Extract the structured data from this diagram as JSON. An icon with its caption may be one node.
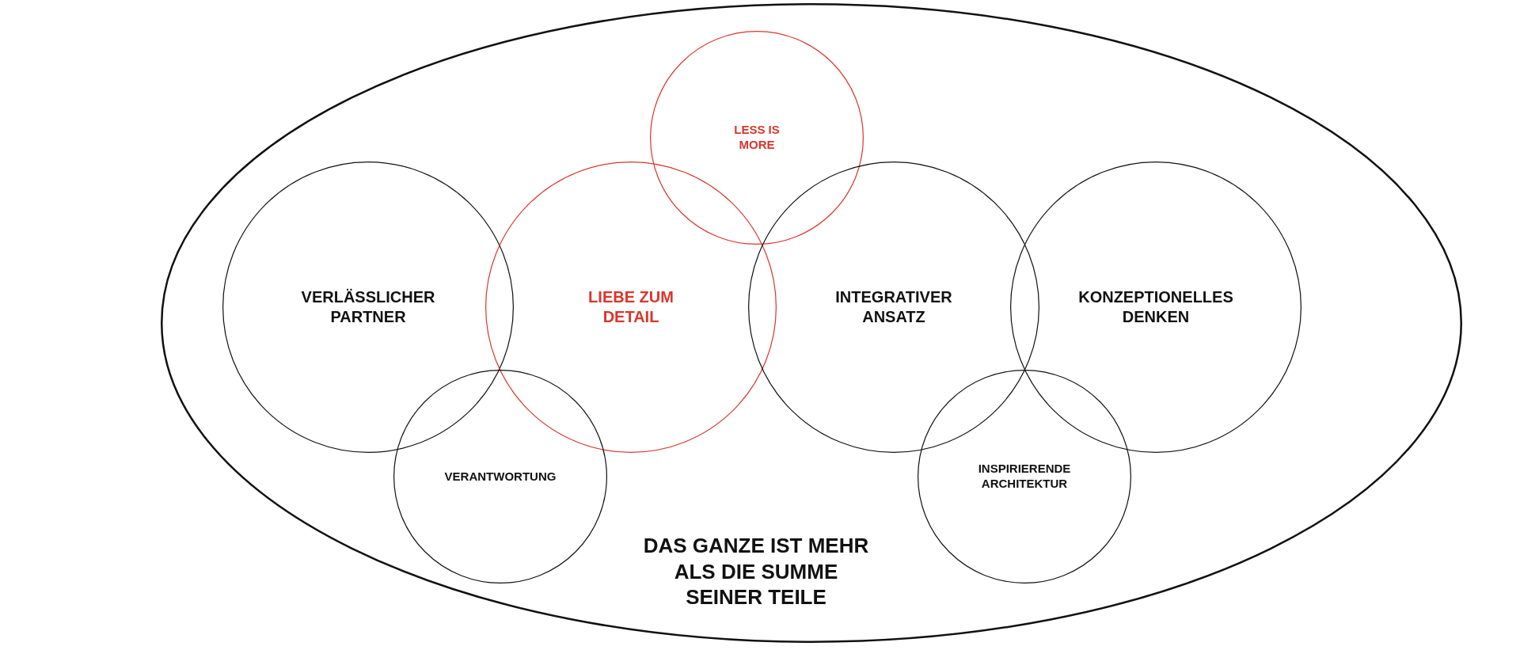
{
  "diagram": {
    "nodes": [
      {
        "text": [
          "DAS GANZE IST MEHR ALS DIE SUMME SEINER TEILE"
        ]
      },
      {
        "text": [
          "LESS IS MORE"
        ],
        "in": 0
      },
      {
        "text": [
          "VERLÄSSLICHER PARTNER"
        ],
        "in": 0
      },
      {
        "text": [
          "LIEBE ZUM DETAIL"
        ],
        "in": 0
      },
      {
        "text": [
          "INTEGRATIVER ANSATZ"
        ],
        "in": 0
      },
      {
        "text": [
          "KONZEPTIONELLES DENKEN"
        ],
        "in": 0
      },
      {
        "text": [
          "VERANTWORTUNG"
        ],
        "in": 0
      },
      {
        "text": [
          "INSPIRIERENDE ARCHITEKTUR"
        ],
        "in": 0
      }
    ],
    "edges": []
  }
}
